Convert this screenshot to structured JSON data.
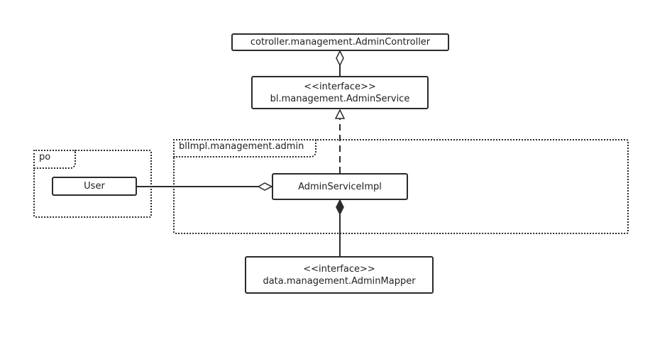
{
  "packages": {
    "po": {
      "label": "po"
    },
    "blimpl": {
      "label": "blImpl.management.admin"
    }
  },
  "classes": {
    "controller": {
      "name": "cotroller.management.AdminController"
    },
    "service": {
      "stereotype": "<<interface>>",
      "name": "bl.management.AdminService"
    },
    "service_impl": {
      "name": "AdminServiceImpl"
    },
    "user": {
      "name": "User"
    },
    "mapper": {
      "stereotype": "<<interface>>",
      "name": "data.management.AdminMapper"
    }
  },
  "relationships": [
    {
      "from": "service",
      "to": "controller",
      "kind": "aggregation"
    },
    {
      "from": "service_impl",
      "to": "service",
      "kind": "realization"
    },
    {
      "from": "user",
      "to": "service_impl",
      "kind": "aggregation"
    },
    {
      "from": "mapper",
      "to": "service_impl",
      "kind": "composition"
    }
  ],
  "colors": {
    "line": "#2b2b2b",
    "background": "#ffffff"
  }
}
